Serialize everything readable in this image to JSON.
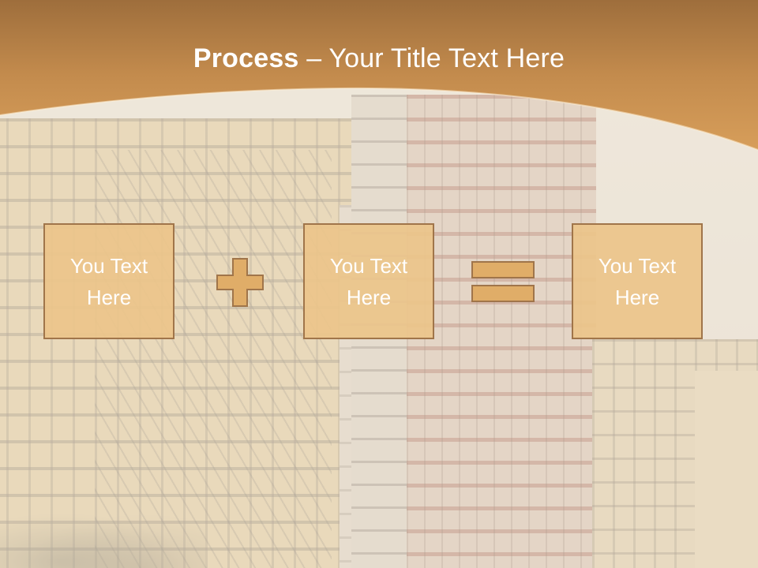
{
  "slide": {
    "title_bold": "Process",
    "title_rest": " – Your Title Text Here",
    "colors": {
      "header": "#cd9653",
      "box_fill": "#ecc48a",
      "box_border": "#a0754a",
      "text": "#ffffff"
    }
  },
  "process": {
    "steps": [
      {
        "line1": "You Text",
        "line2": "Here"
      },
      {
        "line1": "You Text",
        "line2": "Here"
      },
      {
        "line1": "You Text",
        "line2": "Here"
      }
    ],
    "operators": [
      "plus-icon",
      "equals-icon"
    ]
  }
}
